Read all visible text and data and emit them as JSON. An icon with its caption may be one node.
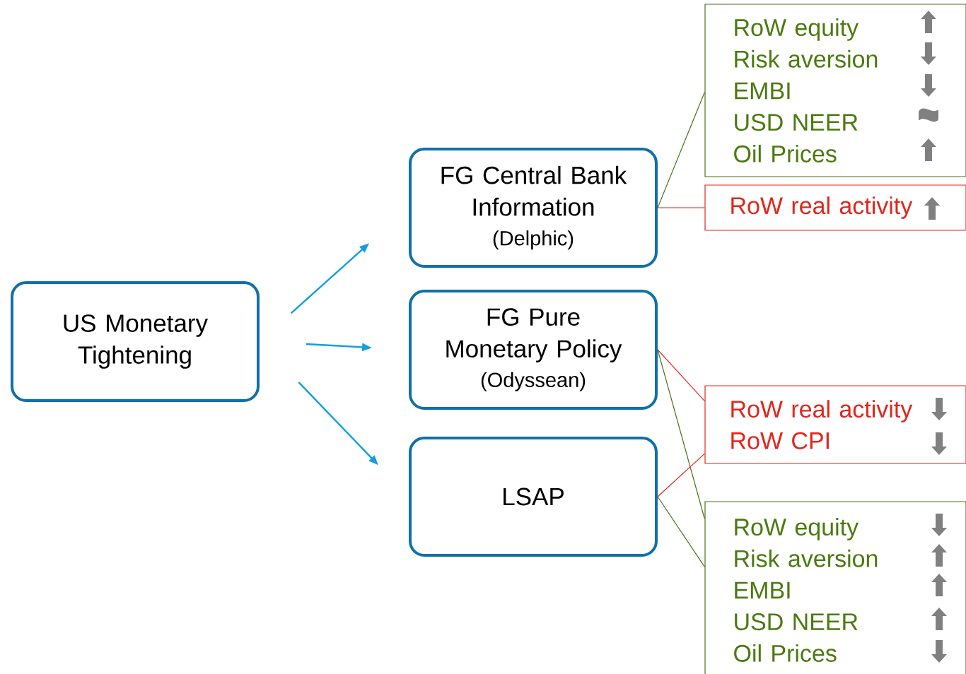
{
  "diagram": {
    "nodes": [
      {
        "text": [
          "US Monetary Tightening"
        ]
      },
      {
        "text": [
          "FG Central Bank Information",
          "(Delphic)"
        ]
      },
      {
        "text": [
          "FG Pure Monetary Policy",
          "(Odyssean)"
        ]
      },
      {
        "text": [
          "LSAP"
        ]
      },
      {
        "text": [
          "RoW equity",
          "Risk aversion",
          "EMBI",
          "USD NEER",
          "Oil Prices"
        ]
      },
      {
        "text": [
          "RoW real activity"
        ]
      },
      {
        "text": [
          "RoW real activity",
          "RoW CPI"
        ]
      },
      {
        "text": [
          "RoW equity",
          "Risk aversion",
          "EMBI",
          "USD NEER",
          "Oil Prices"
        ]
      }
    ],
    "edges": [
      {
        "from": 0,
        "to": 1,
        "arrow": "to",
        "color": "#139fdf"
      },
      {
        "from": 0,
        "to": 2,
        "arrow": "to",
        "color": "#139fdf"
      },
      {
        "from": 0,
        "to": 3,
        "arrow": "to",
        "color": "#139fdf"
      },
      {
        "from": 1,
        "to": 4,
        "arrow": "none",
        "color": "#4e6f1c"
      },
      {
        "from": 1,
        "to": 5,
        "arrow": "none",
        "color": "#e0261c"
      },
      {
        "from": 2,
        "to": 6,
        "arrow": "none",
        "color": "#e0261c"
      },
      {
        "from": 2,
        "to": 7,
        "arrow": "none",
        "color": "#4e6f1c"
      },
      {
        "from": 3,
        "to": 6,
        "arrow": "none",
        "color": "#e0261c"
      },
      {
        "from": 3,
        "to": 7,
        "arrow": "none",
        "color": "#4e6f1c"
      }
    ]
  }
}
